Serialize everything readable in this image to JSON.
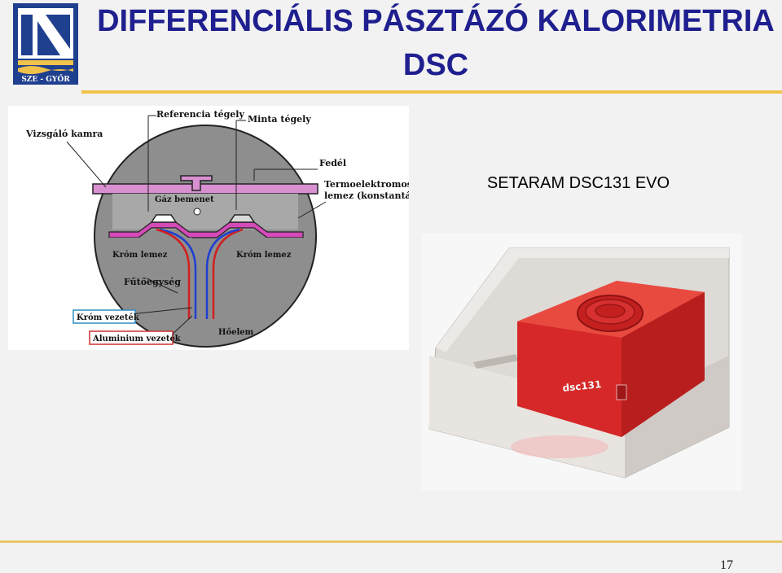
{
  "logo": {
    "text": "SZE - GYŐR"
  },
  "title": {
    "line1": "DIFFERENCIÁLIS PÁSZTÁZÓ KALORIMETRIA",
    "line2": "DSC"
  },
  "diagram_labels": {
    "referencia_tegely": "Referencia tégely",
    "minta_tegely": "Minta tégely",
    "vizsgalo_kamra": "Vizsgáló kamra",
    "fedel": "Fedél",
    "termo_1": "Termoelektromos",
    "termo_2": "lemez (konstantán)",
    "gaz_bemenet": "Gáz bemenet",
    "krom_lemez_left": "Króm lemez",
    "krom_lemez_right": "Króm lemez",
    "futoegyseg": "Fűtőegység",
    "krom_vezetek": "Króm vezeték",
    "aluminium_vezetek": "Aluminium vezeték",
    "hoelem": "Hőelem"
  },
  "device": {
    "caption": "SETARAM DSC131 EVO",
    "label": "dsc131"
  },
  "footer": {
    "page_number": "17"
  },
  "colors": {
    "title": "#1f1f8f",
    "accent_rule": "#f0c24a",
    "logo_blue": "#1f3f8f",
    "device_red": "#d62828"
  }
}
